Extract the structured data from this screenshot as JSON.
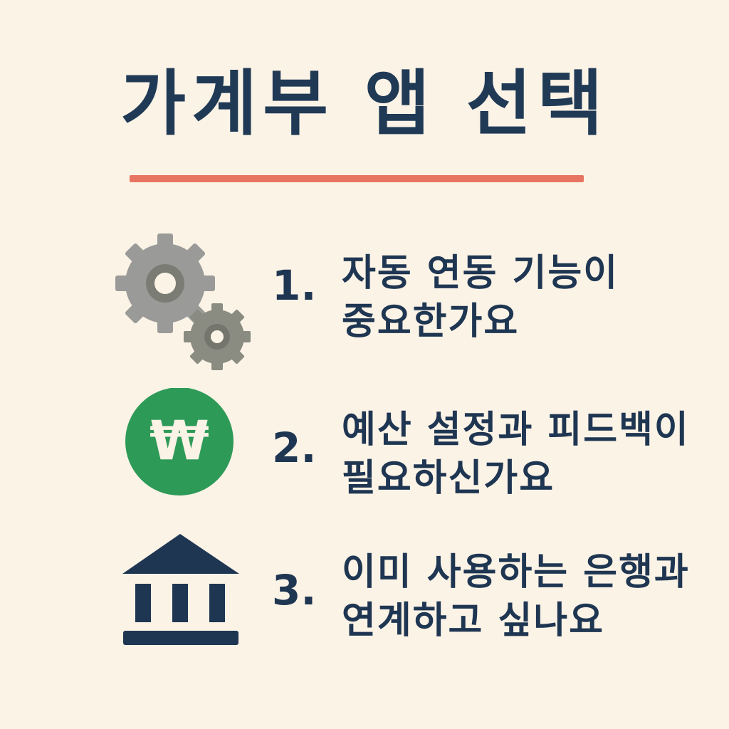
{
  "title": "가계부 앱 선택",
  "colors": {
    "background": "#fbf3e6",
    "text": "#1f3652",
    "divider": "#e87462",
    "gear_large": "#9a9a98",
    "gear_small": "#8a8c82",
    "won_circle": "#2e9a58",
    "bank": "#1f3652"
  },
  "items": [
    {
      "number": "1.",
      "line1": "자동 연동 기능이",
      "line2": "중요한가요",
      "icon": "gears-icon"
    },
    {
      "number": "2.",
      "line1": "예산 설정과 피드백이",
      "line2": "필요하신가요",
      "icon": "won-coin-icon",
      "symbol": "₩"
    },
    {
      "number": "3.",
      "line1": "이미 사용하는 은행과",
      "line2": "연계하고 싶나요",
      "icon": "bank-icon"
    }
  ]
}
